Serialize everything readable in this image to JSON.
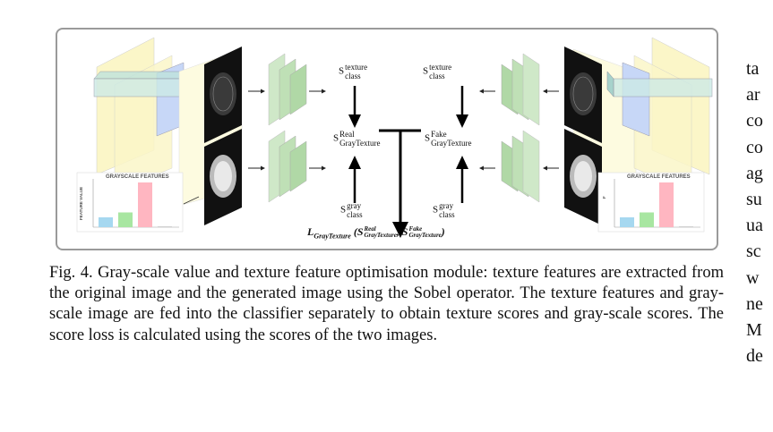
{
  "figure": {
    "labels": {
      "texture_class_left": {
        "base": "S",
        "sup": "texture",
        "sub": "class"
      },
      "texture_class_right": {
        "base": "S",
        "sup": "texture",
        "sub": "class"
      },
      "gray_real": {
        "base": "S",
        "sup": "Real",
        "sub": "GrayTexture"
      },
      "gray_fake": {
        "base": "S",
        "sup": "Fake",
        "sub": "GrayTexture"
      },
      "gray_class_left": {
        "base": "S",
        "sup": "gray",
        "sub": "class"
      },
      "gray_class_right": {
        "base": "S",
        "sup": "gray",
        "sub": "class"
      },
      "loss": "L",
      "loss_sub": "GrayTexture",
      "loss_args_open": "(S",
      "loss_real_sup": "Real",
      "loss_real_sub": "GrayTexture",
      "loss_sep": ", S",
      "loss_fake_sup": "Fake",
      "loss_fake_sub": "GrayTexture",
      "loss_close": ")"
    },
    "bar_charts": {
      "title": "GRAYSCALE FEATURES",
      "ylabel_left": "FEATURE VALUE",
      "ylabel_right": "F",
      "left_values": [
        0.22,
        0.33,
        1.0,
        0.01
      ],
      "right_values": [
        0.22,
        0.33,
        1.0,
        0.01
      ],
      "colors": [
        "#a6d8f0",
        "#a8e6a1",
        "#ffb6c1",
        "#d0d0d0"
      ]
    }
  },
  "caption": {
    "text": "Fig. 4.  Gray-scale value and texture feature optimisation module: texture features are extracted from the original image and the generated image using the Sobel operator. The texture features and gray-scale image are fed into the classifier separately to obtain texture scores and gray-scale scores. The score loss is calculated using the scores of the two images."
  },
  "right_column": {
    "lines": [
      "ta",
      "ar",
      "co",
      "co",
      "ag",
      "su",
      "ua",
      "sc",
      "w",
      "ne",
      "M",
      "de"
    ]
  }
}
